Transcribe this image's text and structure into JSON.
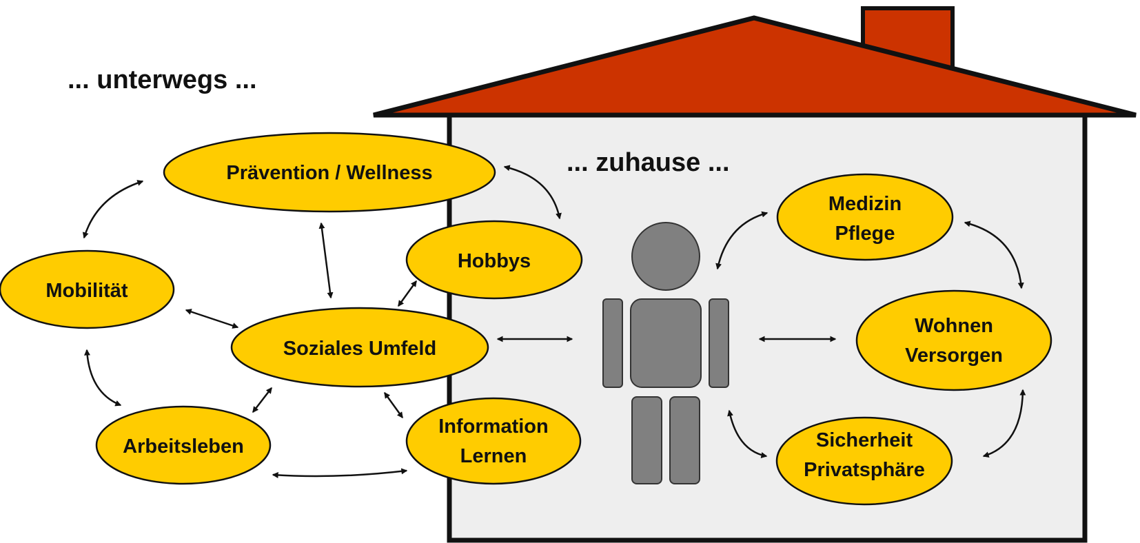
{
  "headings": {
    "outside": "... unterwegs ...",
    "inside": "... zuhause ..."
  },
  "nodes": {
    "praevention": [
      "Prävention / Wellness"
    ],
    "hobbys": [
      "Hobbys"
    ],
    "mobilitaet": [
      "Mobilität"
    ],
    "soziales": [
      "Soziales Umfeld"
    ],
    "arbeitsleben": [
      "Arbeitsleben"
    ],
    "information": [
      "Information",
      "Lernen"
    ],
    "medizin": [
      "Medizin",
      "Pflege"
    ],
    "wohnen": [
      "Wohnen",
      "Versorgen"
    ],
    "sicherheit": [
      "Sicherheit",
      "Privatsphäre"
    ]
  },
  "colors": {
    "node_fill": "#FFCC00",
    "node_stroke": "#111111",
    "roof": "#CC3300",
    "wall": "#EEEEEE",
    "figure": "#808080",
    "outline": "#111111"
  },
  "icons": {
    "person": "person-icon",
    "house": "house-icon"
  }
}
